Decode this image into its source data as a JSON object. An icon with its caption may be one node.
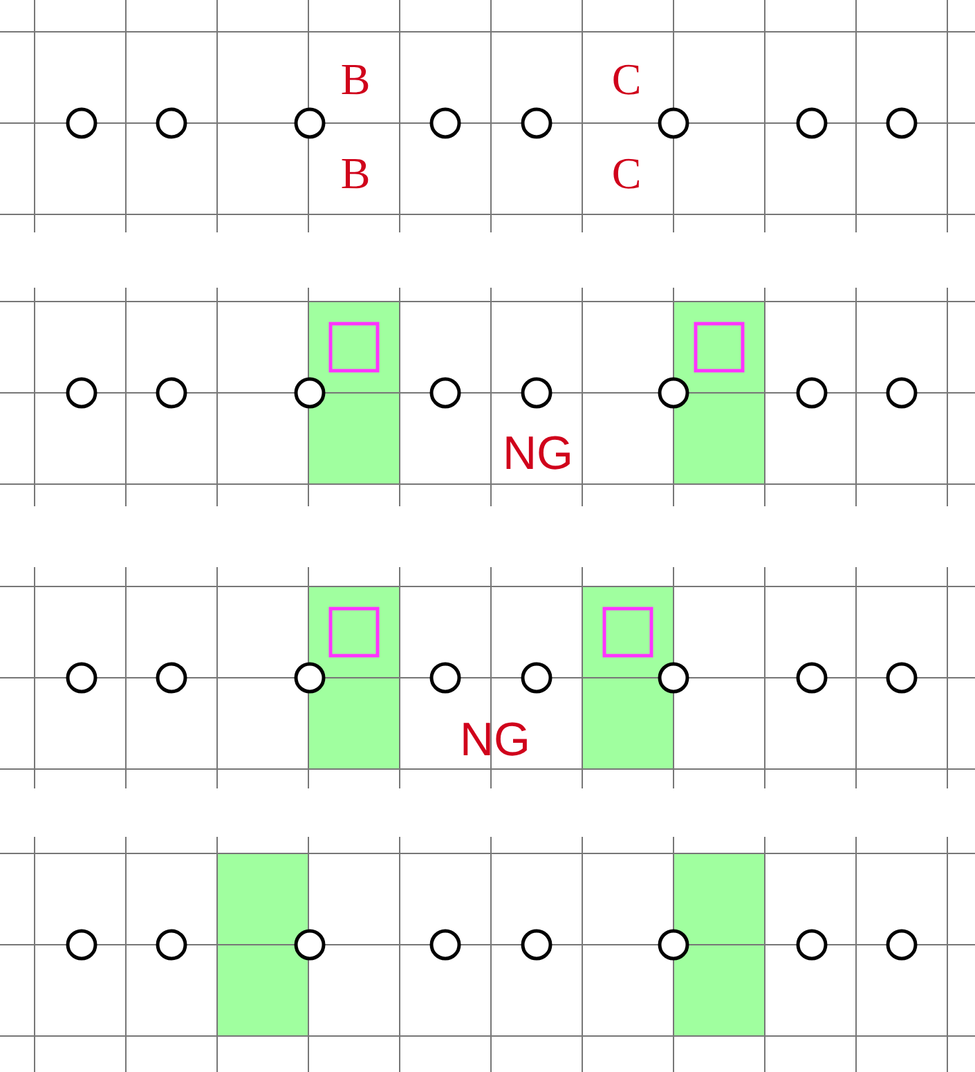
{
  "diagram": {
    "labels": [
      "B",
      "C",
      "B",
      "C",
      "NG",
      "NG"
    ]
  }
}
